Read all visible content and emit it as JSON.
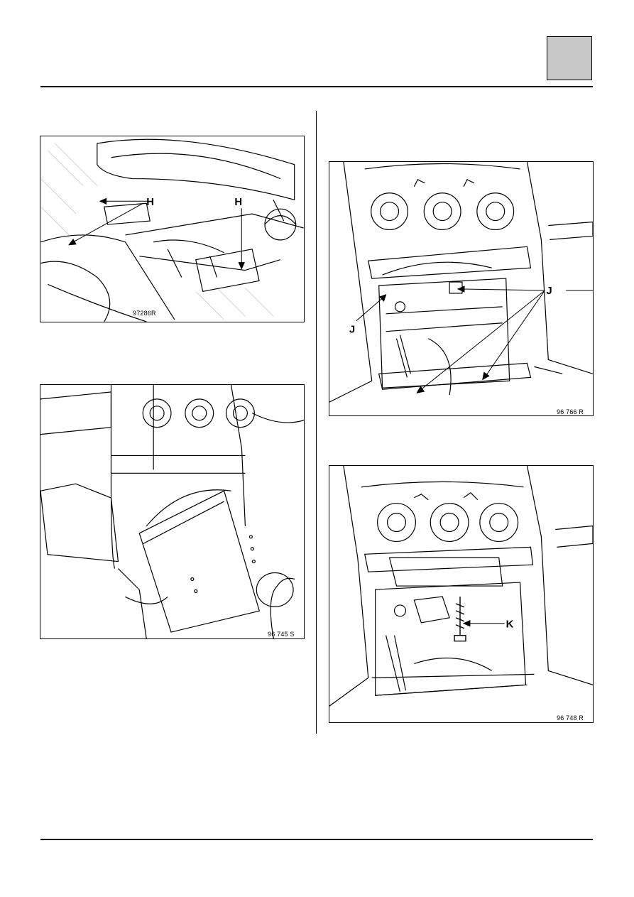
{
  "figures": [
    {
      "id": "fig1",
      "ref": "97286R",
      "callouts": [
        "H",
        "H"
      ]
    },
    {
      "id": "fig2",
      "ref": "96 745 S",
      "callouts": []
    },
    {
      "id": "fig3",
      "ref": "96 766 R",
      "callouts": [
        "J",
        "J"
      ]
    },
    {
      "id": "fig4",
      "ref": "96 748 R",
      "callouts": [
        "K"
      ]
    }
  ],
  "colors": {
    "tab": "#c8c8c8",
    "line": "#000000"
  }
}
